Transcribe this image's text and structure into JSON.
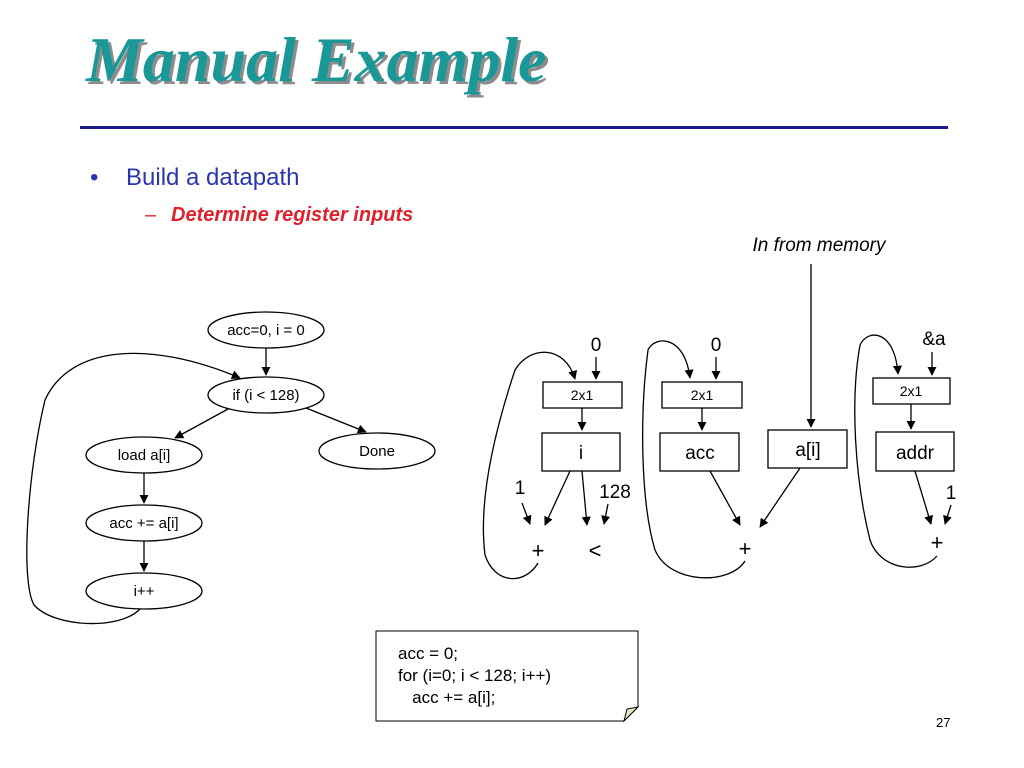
{
  "slide": {
    "title": "Manual Example",
    "bullet": "Build a datapath",
    "sub_bullet": "Determine register inputs",
    "bullet_marker": "•",
    "sub_marker": "–",
    "page_number": "27",
    "colors": {
      "title": "#1a9797",
      "rule": "#1a1a8c",
      "bullet": "#2a36b0",
      "sub_bullet": "#e0202a"
    }
  },
  "fsm": {
    "states": [
      "acc=0, i = 0",
      "if (i < 128)",
      "load a[i]",
      "Done",
      "acc += a[i]",
      "i++"
    ]
  },
  "datapath": {
    "memory_label": "In from memory",
    "mux_label": "2x1",
    "registers": [
      "i",
      "acc",
      "a[i]",
      "addr"
    ],
    "constants": {
      "i_init": "0",
      "acc_init": "0",
      "addr_init": "&a",
      "one": "1",
      "limit": "128"
    },
    "operators": {
      "add": "+",
      "less": "<"
    }
  },
  "code": {
    "lines": [
      "acc = 0;",
      "for (i=0; i < 128; i++)",
      "   acc += a[i];"
    ]
  }
}
